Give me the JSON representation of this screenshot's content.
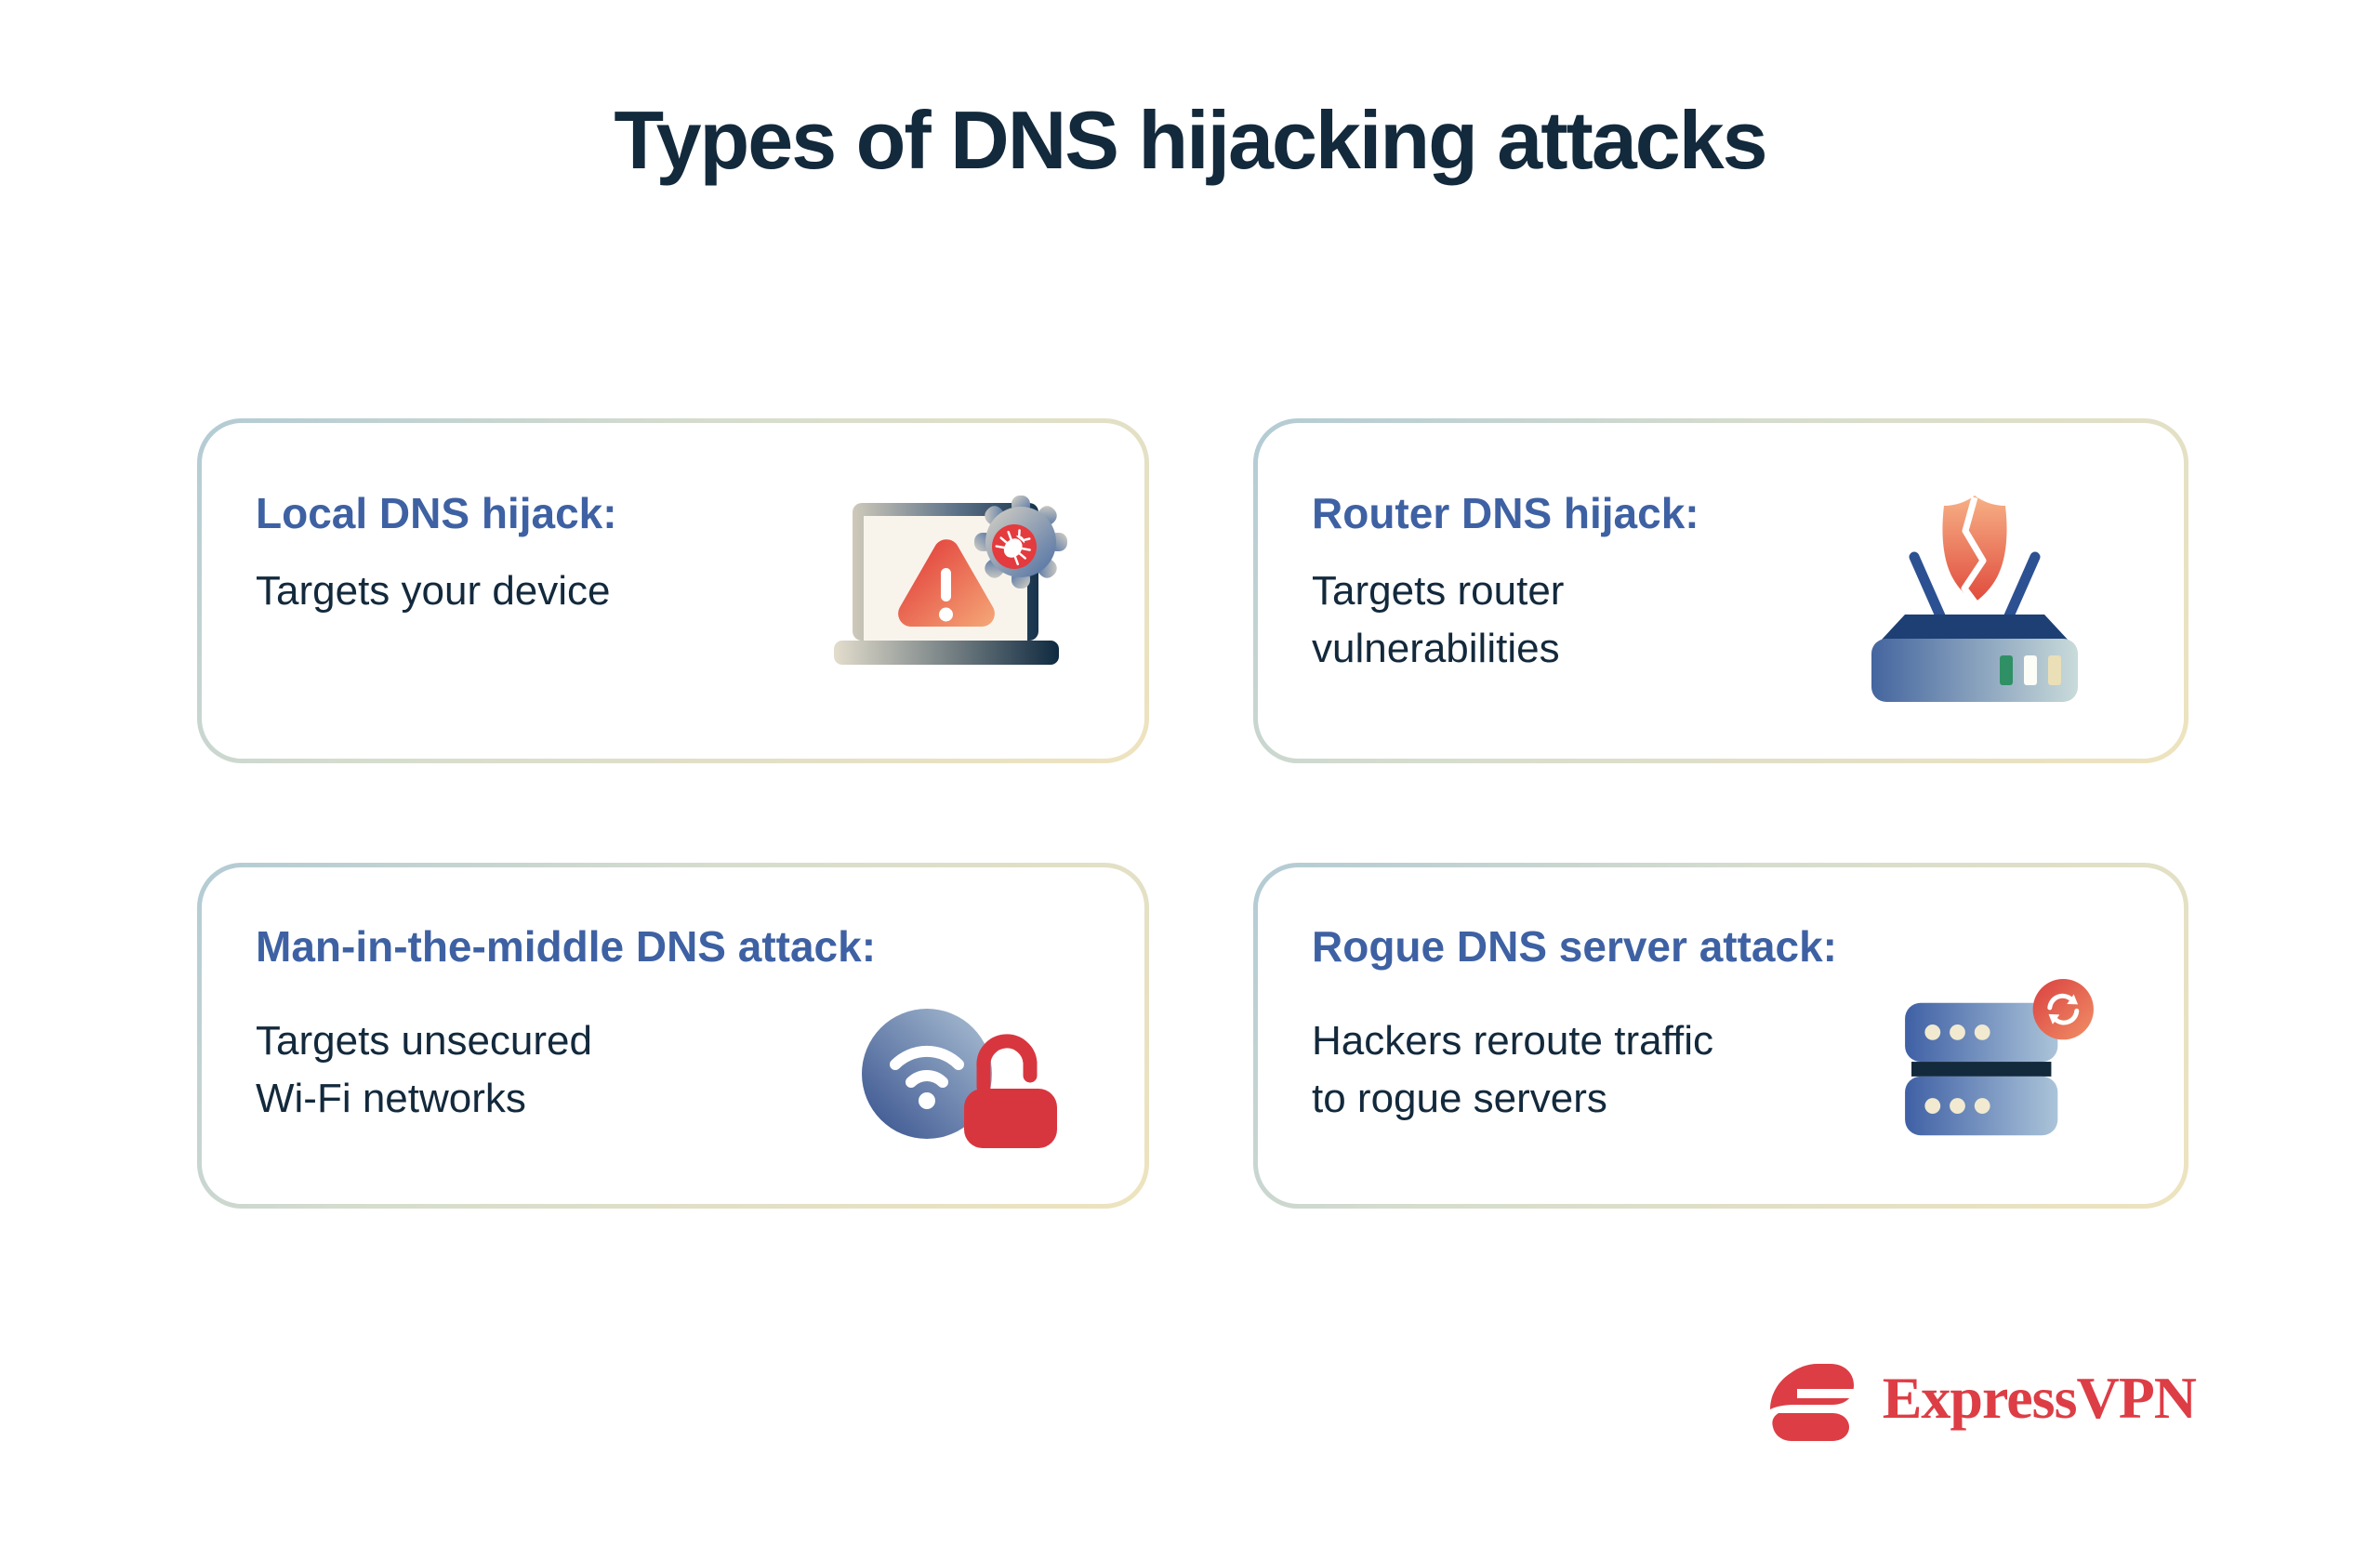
{
  "page": {
    "title": "Types of DNS hijacking attacks"
  },
  "cards": [
    {
      "heading": "Local DNS hijack:",
      "body": "Targets your device",
      "icon": "laptop-malware-icon"
    },
    {
      "heading": "Router DNS hijack:",
      "body": "Targets router\nvulnerabilities",
      "icon": "router-broken-shield-icon"
    },
    {
      "heading": "Man-in-the-middle DNS attack:",
      "body": "Targets unsecured\nWi-Fi networks",
      "icon": "wifi-open-lock-icon"
    },
    {
      "heading": "Rogue DNS server attack:",
      "body": "Hackers reroute traffic\nto rogue servers",
      "icon": "server-reroute-icon"
    }
  ],
  "footer": {
    "brand_name": "ExpressVPN"
  },
  "colors": {
    "background": "#ffffff",
    "title_text": "#13293c",
    "heading_blue": "#3e61a3",
    "body_text": "#13293c",
    "brand_red": "#dd3d45",
    "alert_red": "#e13b3b",
    "alert_orange": "#f2a072",
    "lock_red": "#d8363f",
    "router_green_light": "#2f9066",
    "card_border_start": "#b3cbd5",
    "card_border_end": "#eee3be"
  }
}
